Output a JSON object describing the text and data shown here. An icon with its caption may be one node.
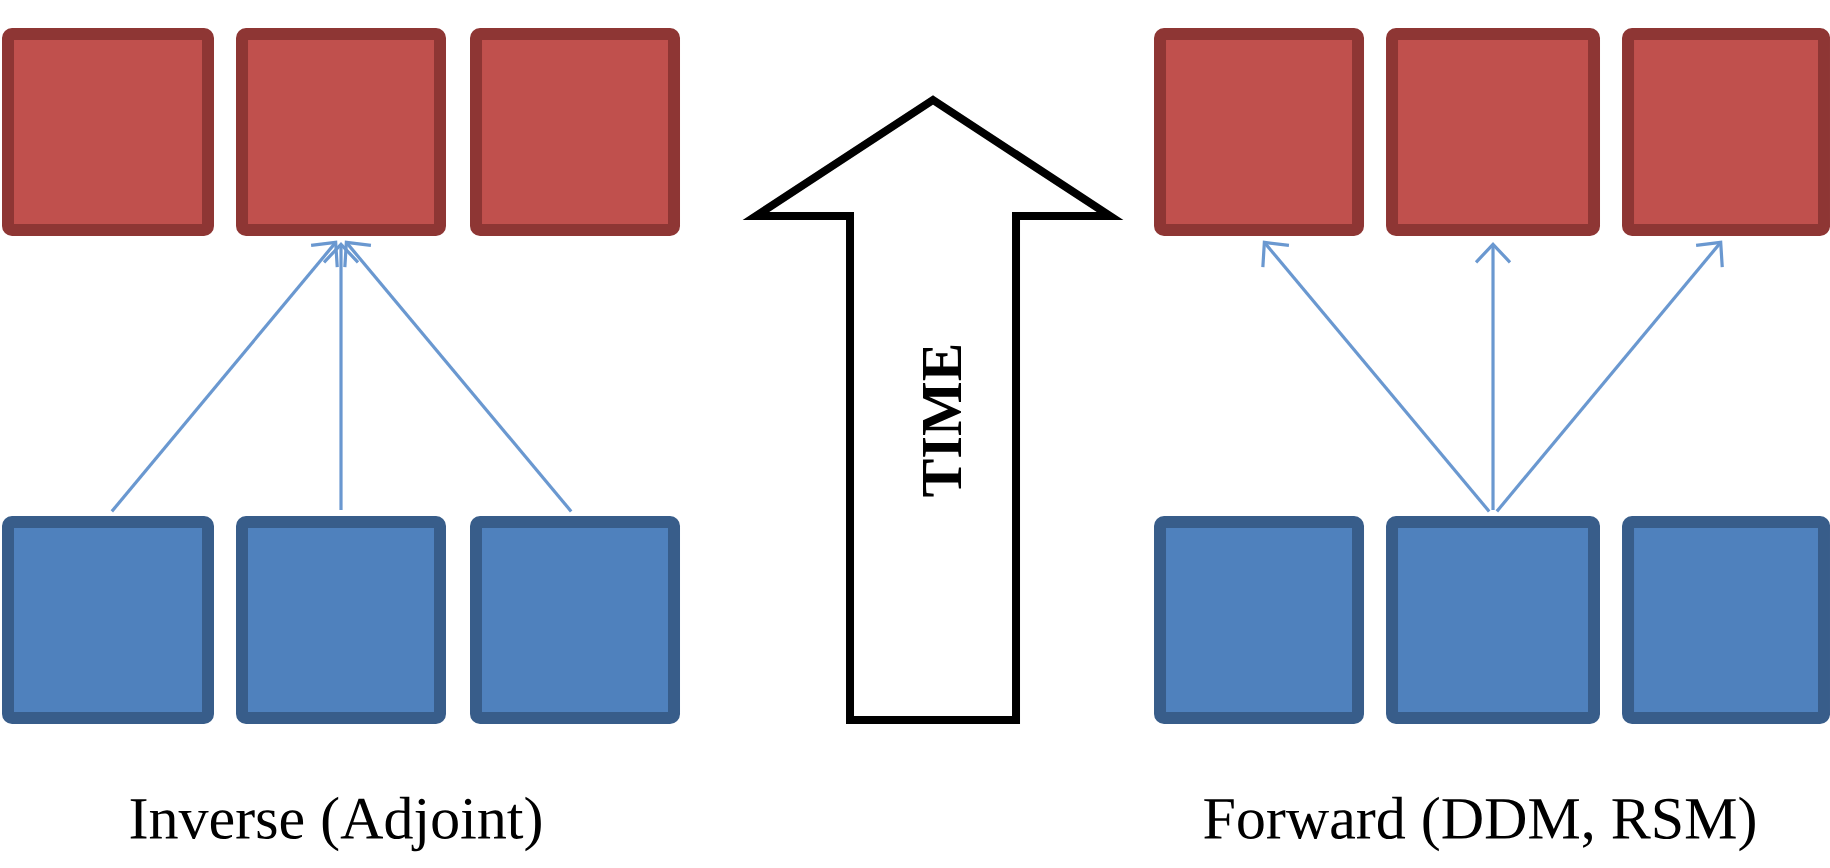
{
  "diagram": {
    "nodes": [
      {
        "text": [],
        "shape": "box"
      },
      {
        "text": [],
        "shape": "box"
      },
      {
        "text": [],
        "shape": "box"
      },
      {
        "text": [
          "TIME"
        ]
      },
      {
        "text": [],
        "shape": "box"
      },
      {
        "text": [],
        "shape": "box"
      },
      {
        "text": [],
        "shape": "box"
      },
      {
        "text": [],
        "shape": "box"
      },
      {
        "text": [],
        "shape": "box"
      },
      {
        "text": [],
        "shape": "box"
      },
      {
        "text": [],
        "shape": "box"
      },
      {
        "text": [],
        "shape": "box"
      },
      {
        "text": [],
        "shape": "box"
      }
    ],
    "edges": [
      {
        "from": 7,
        "to": 1,
        "arrow": "to"
      },
      {
        "from": 8,
        "to": 1,
        "arrow": "to"
      },
      {
        "from": 9,
        "to": 1,
        "arrow": "to"
      },
      {
        "from": 11,
        "to": 4,
        "arrow": "to"
      },
      {
        "from": 11,
        "to": 5,
        "arrow": "to"
      },
      {
        "from": 11,
        "to": 6,
        "arrow": "to"
      }
    ],
    "labels": [
      "Inverse (Adjoint)",
      "Forward (DDM, RSM)"
    ]
  }
}
